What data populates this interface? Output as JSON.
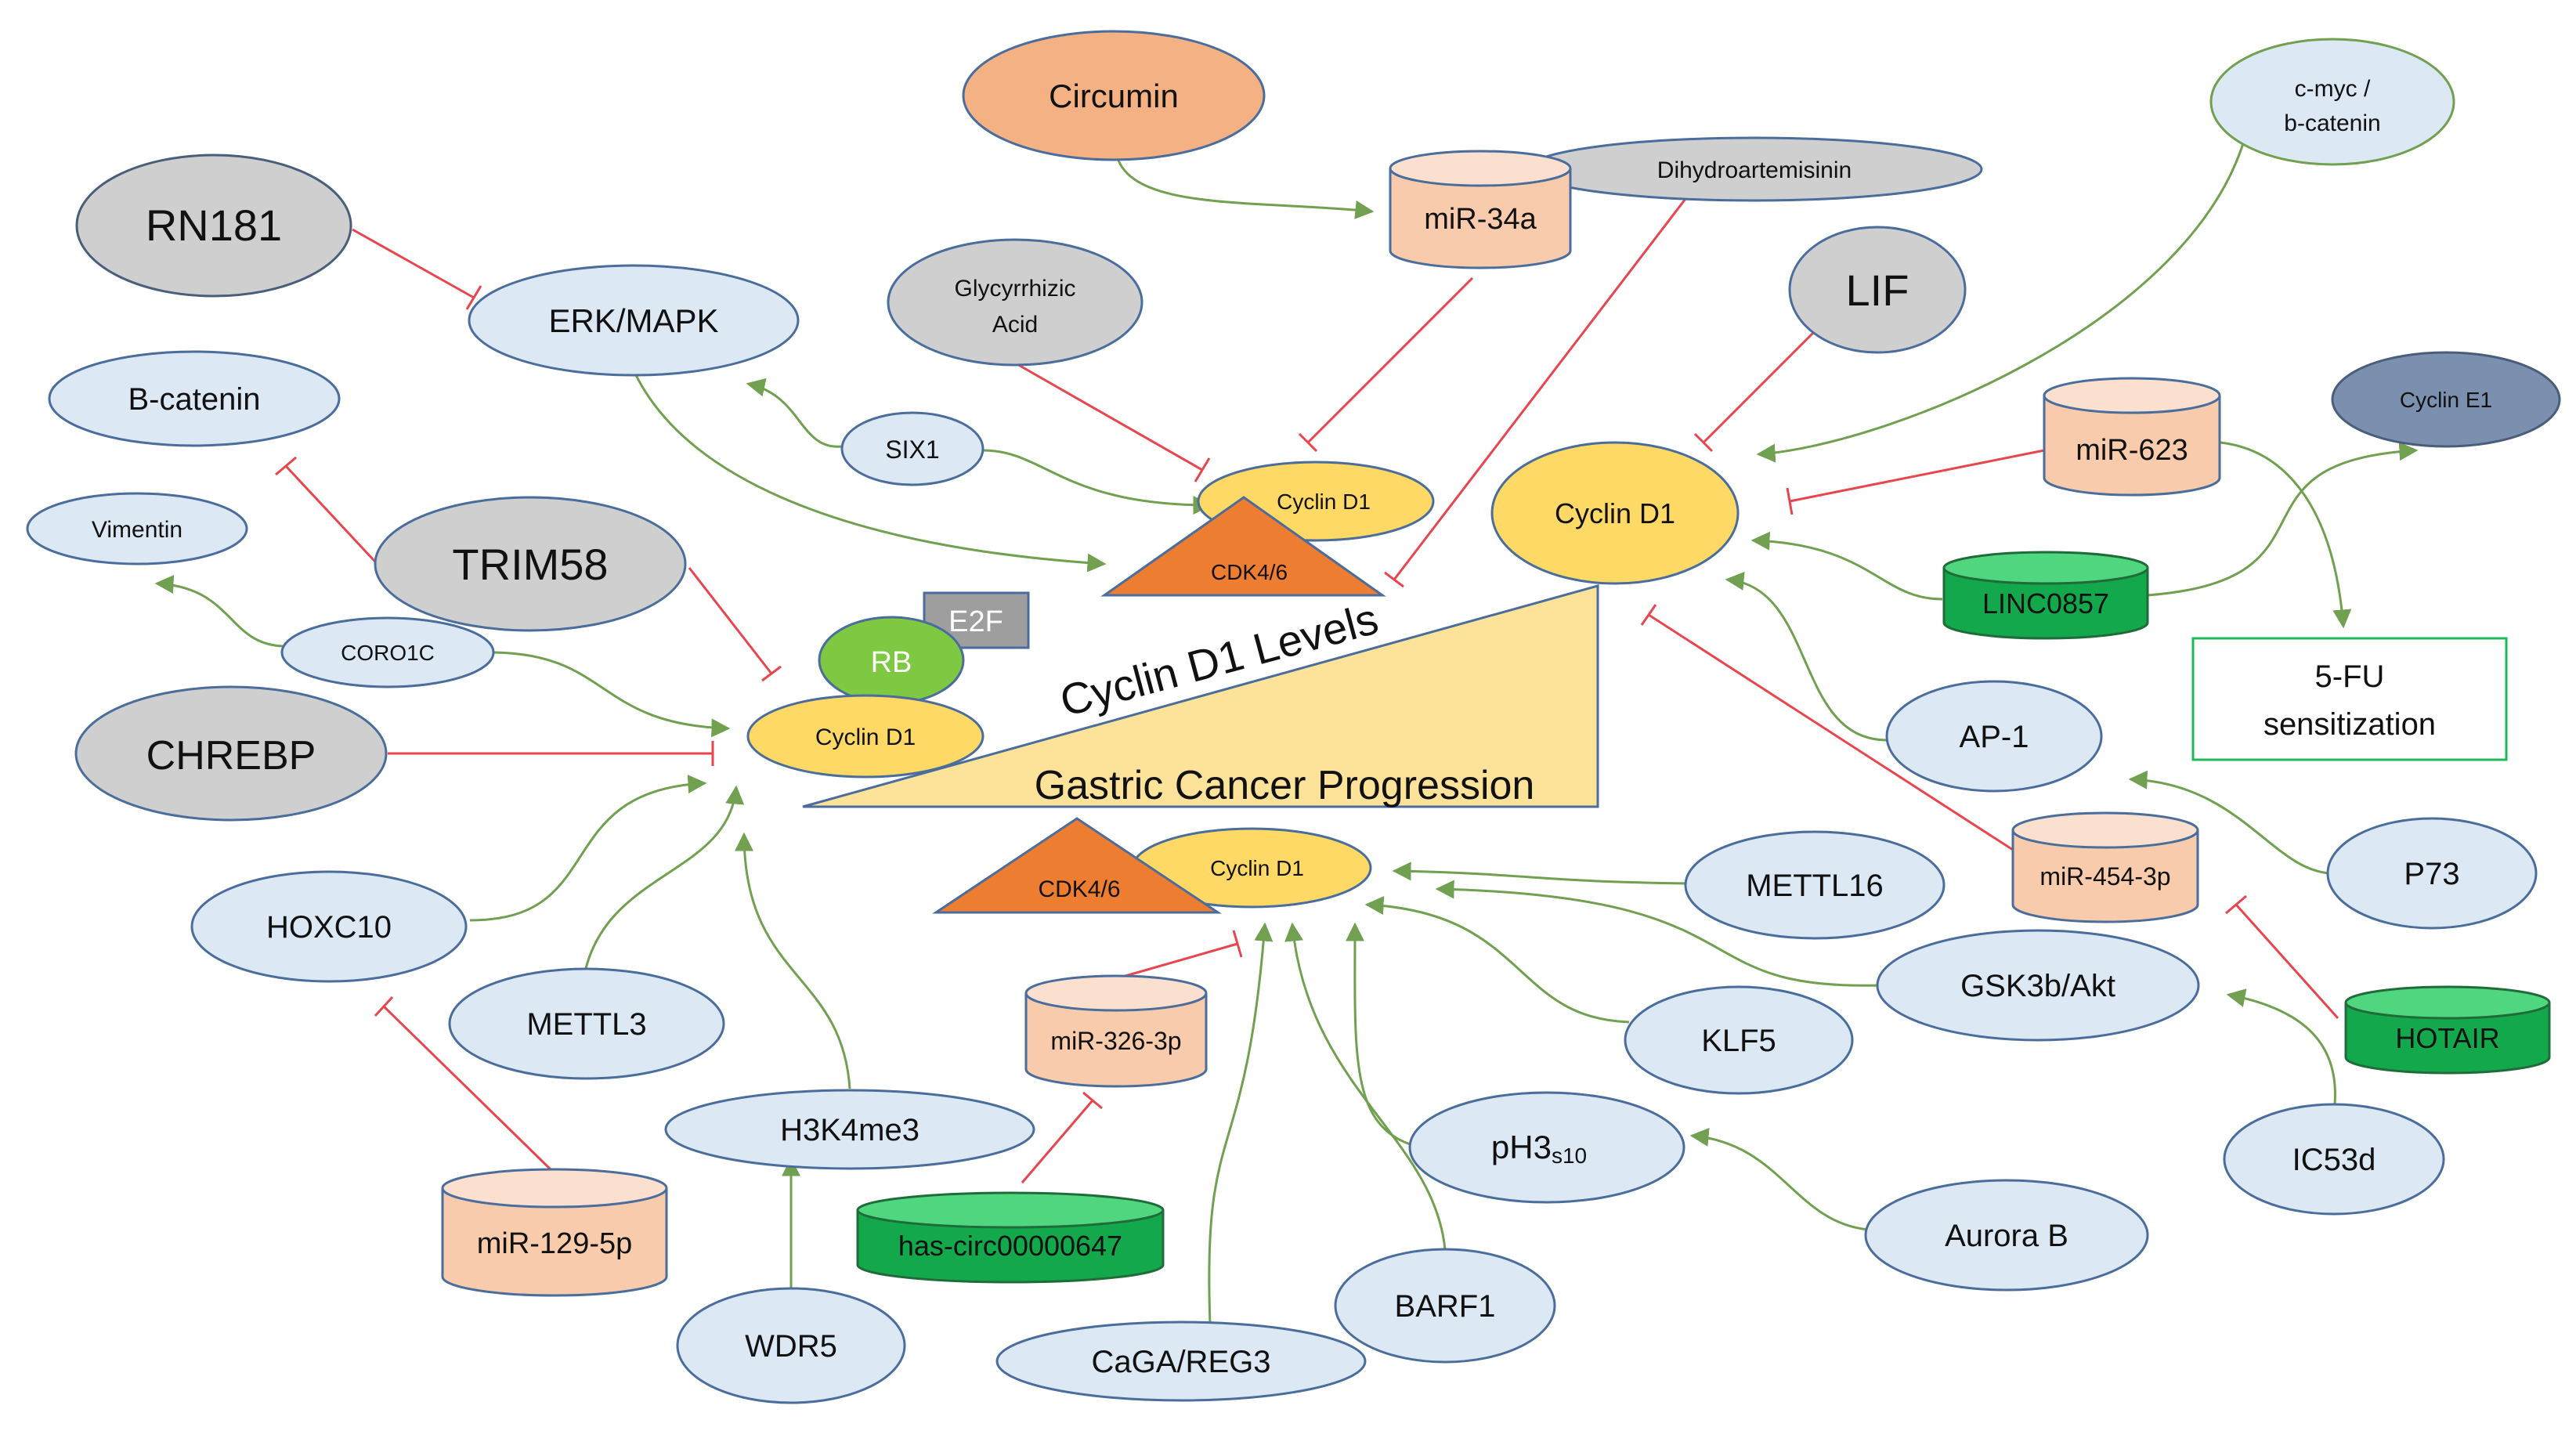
{
  "colors": {
    "node_blue_fill": "#dde8f5",
    "node_blue_stroke": "#4a6d9c",
    "node_grey_fill": "#cfcfcf",
    "node_grey_stroke": "#4a5d7a",
    "node_orange_fill": "#f4b183",
    "mirna_fill": "#f8cbad",
    "mirna_top": "#fbe0cf",
    "lnc_fill": "#12a84b",
    "lnc_top": "#4fd67e",
    "cyclin_fill": "#ffd966",
    "cdk_fill": "#ed7d31",
    "rb_fill": "#7ec842",
    "e2f_fill": "#9e9e9e",
    "triangle_fill": "#fde39a",
    "activate_line": "#70a050",
    "inhibit_line": "#e8454d",
    "box_border": "#1fba5a"
  },
  "nodes": {
    "circumin": "Circumin",
    "dihydroartemisinin": "Dihydroartemisinin",
    "cmyc_line1": "c-myc /",
    "cmyc_line2": "b-catenin",
    "rn181": "RN181",
    "erk_mapk": "ERK/MAPK",
    "glycyrrhizic_line1": "Glycyrrhizic",
    "glycyrrhizic_line2": "Acid",
    "lif": "LIF",
    "cyclin_e1": "Cyclin E1",
    "b_catenin": "B-catenin",
    "six1": "SIX1",
    "vimentin": "Vimentin",
    "trim58": "TRIM58",
    "coro1c": "CORO1C",
    "chrebp": "CHREBP",
    "ap1": "AP-1",
    "p73": "P73",
    "hoxc10": "HOXC10",
    "mettl16": "METTL16",
    "mettl3": "METTL3",
    "gsk3b_akt": "GSK3b/Akt",
    "klf5": "KLF5",
    "h3k4me3": "H3K4me3",
    "ph3_main": "pH3",
    "ph3_sub": "s10",
    "ic53d": "IC53d",
    "aurora_b": "Aurora B",
    "wdr5": "WDR5",
    "barf1": "BARF1",
    "caga_reg3": "CaGA/REG3"
  },
  "mirnas": {
    "mir_34a": "miR-34a",
    "mir_623": "miR-623",
    "mir_454": "miR-454-3p",
    "mir_326": "miR-326-3p",
    "mir_129": "miR-129-5p"
  },
  "lncrnas": {
    "linc0857": "LINC0857",
    "hotair": "HOTAIR",
    "circ": "has-circ00000647"
  },
  "core": {
    "cyclin_d1": "Cyclin D1",
    "cdk46": "CDK4/6",
    "rb": "RB",
    "e2f": "E2F",
    "levels_label": "Cyclin D1 Levels",
    "progression_label": "Gastric Cancer Progression"
  },
  "boxes": {
    "fu_line1": "5-FU",
    "fu_line2": "sensitization"
  }
}
